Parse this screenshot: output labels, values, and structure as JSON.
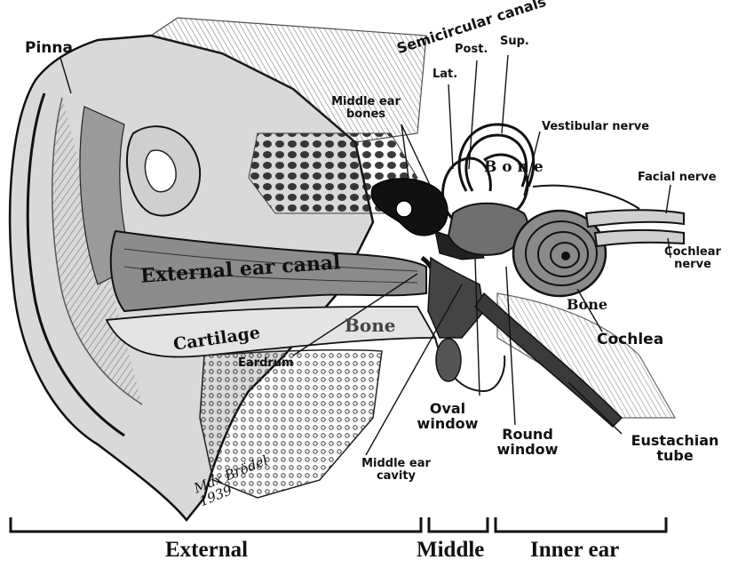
{
  "labels": {
    "pinna": "Pinna",
    "semicircular_canals": "Semicircular canals",
    "post": "Post.",
    "sup": "Sup.",
    "lat": "Lat.",
    "middle_ear_bones": "Middle ear bones",
    "vestibular_nerve": "Vestibular nerve",
    "bone_upper": "B o n e",
    "facial_nerve": "Facial nerve",
    "cochlear_nerve": "Cochlear nerve",
    "external_ear_canal": "External ear canal",
    "bone_right": "Bone",
    "cochlea": "Cochlea",
    "cartilage": "Cartilage",
    "bone_middle": "Bone",
    "eardrum": "Eardrum",
    "oval_window": "Oval window",
    "round_window": "Round window",
    "eustachian_tube": "Eustachian tube",
    "middle_ear_cavity": "Middle ear cavity",
    "signature": "Max Brödel 1939"
  },
  "regions": {
    "external": "External",
    "middle": "Middle",
    "inner_ear": "Inner ear"
  },
  "colors": {
    "ink": "#111111",
    "shade": "#7a7a7a",
    "tissue": "#bdbdbd",
    "paper": "#ffffff"
  }
}
